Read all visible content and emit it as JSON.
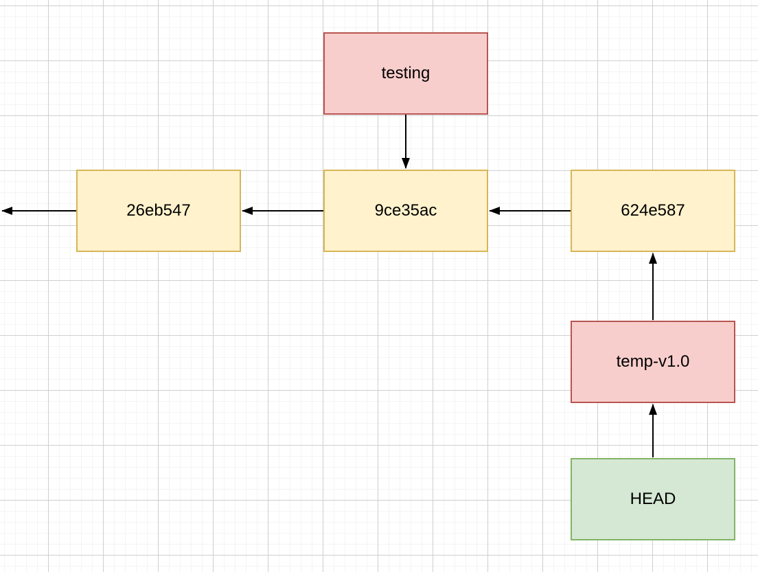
{
  "canvas": {
    "background": "#ffffff",
    "grid_minor_color": "#f4f4f4",
    "grid_major_color": "#cfcfcf"
  },
  "nodes": [
    {
      "id": "testing",
      "label": "testing",
      "kind": "branch-ref",
      "fill": "#f8cecc",
      "stroke": "#b85450"
    },
    {
      "id": "26eb547",
      "label": "26eb547",
      "kind": "commit",
      "fill": "#fff2cc",
      "stroke": "#d6b656"
    },
    {
      "id": "9ce35ac",
      "label": "9ce35ac",
      "kind": "commit",
      "fill": "#fff2cc",
      "stroke": "#d6b656"
    },
    {
      "id": "624e587",
      "label": "624e587",
      "kind": "commit",
      "fill": "#fff2cc",
      "stroke": "#d6b656"
    },
    {
      "id": "temp-v1.0",
      "label": "temp-v1.0",
      "kind": "tag-ref",
      "fill": "#f8cecc",
      "stroke": "#b85450"
    },
    {
      "id": "HEAD",
      "label": "HEAD",
      "kind": "head-ref",
      "fill": "#d5e8d4",
      "stroke": "#82b366"
    }
  ],
  "edges": [
    {
      "from": "testing",
      "to": "9ce35ac",
      "direction": "down"
    },
    {
      "from": "9ce35ac",
      "to": "26eb547",
      "direction": "left"
    },
    {
      "from": "624e587",
      "to": "9ce35ac",
      "direction": "left"
    },
    {
      "from": "26eb547",
      "to": "off-canvas-left",
      "direction": "left"
    },
    {
      "from": "temp-v1.0",
      "to": "624e587",
      "direction": "up"
    },
    {
      "from": "HEAD",
      "to": "temp-v1.0",
      "direction": "up"
    }
  ],
  "edge_style": {
    "color": "#000000",
    "width": 2
  }
}
